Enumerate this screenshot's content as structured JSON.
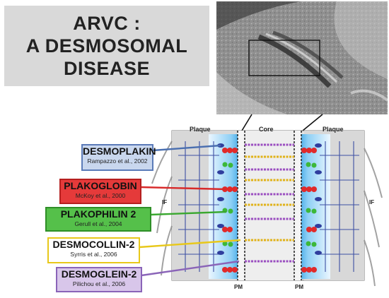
{
  "title": {
    "line1": "ARVC :",
    "line2": "A DESMOSOMAL",
    "line3": "DISEASE"
  },
  "diagram": {
    "plaque_left": "Plaque",
    "core": "Core",
    "plaque_right": "Plaque",
    "if_left": "IF",
    "if_right": "IF",
    "pm_left": "PM",
    "pm_right": "PM"
  },
  "proteins": [
    {
      "name": "DESMOPLAKIN",
      "ref": "Rampazzo et al., 2002",
      "fill": "#c9d7ee",
      "border": "#5b7bb8",
      "line": "#4a6fb0"
    },
    {
      "name": "PLAKOGLOBIN",
      "ref": "McKoy et al., 2000",
      "fill": "#e53a3a",
      "border": "#b51f1f",
      "line": "#d82a2a"
    },
    {
      "name": "PLAKOPHILIN 2",
      "ref": "Gerull et al., 2004",
      "fill": "#55c04a",
      "border": "#2f8f28",
      "line": "#3aa830"
    },
    {
      "name": "DESMOCOLLIN-2",
      "ref": "Syrris et al., 2006",
      "fill": "#ffffff",
      "border": "#e8c81a",
      "line": "#e8c81a"
    },
    {
      "name": "DESMOGLEIN-2",
      "ref": "Pilichou et al., 2006",
      "fill": "#d8c6ea",
      "border": "#8a64b8",
      "line": "#8a64b8"
    }
  ]
}
